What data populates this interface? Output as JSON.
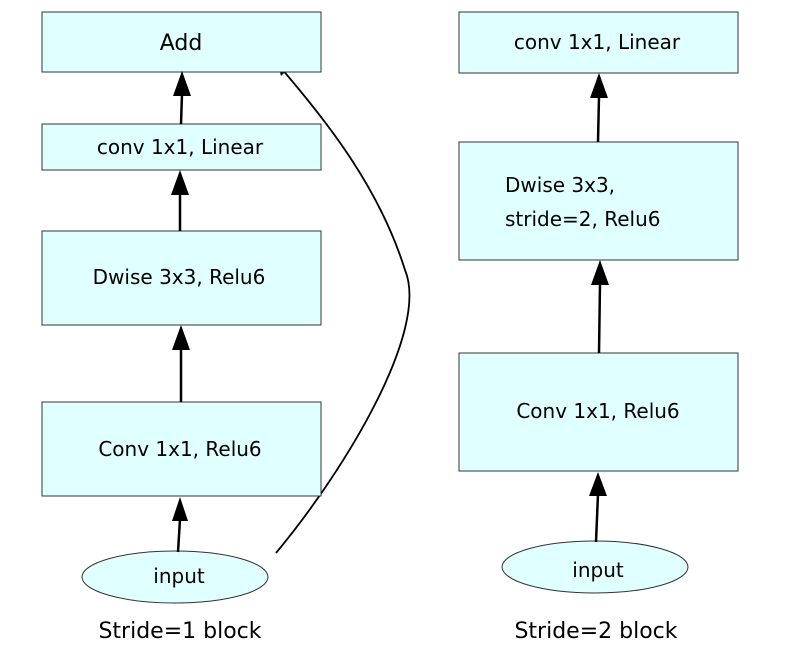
{
  "left_block": {
    "caption": "Stride=1 block",
    "add": "Add",
    "conv_linear": "conv 1x1, Linear",
    "dwise": "Dwise 3x3, Relu6",
    "conv_relu": "Conv 1x1, Relu6",
    "input": "input"
  },
  "right_block": {
    "caption": "Stride=2 block",
    "conv_linear": "conv 1x1, Linear",
    "dwise_line1": "Dwise 3x3,",
    "dwise_line2": "stride=2, Relu6",
    "conv_relu": "Conv 1x1, Relu6",
    "input": "input"
  },
  "colors": {
    "box_fill": "#e0ffff",
    "box_stroke": "#333333",
    "arrow": "#000000"
  }
}
